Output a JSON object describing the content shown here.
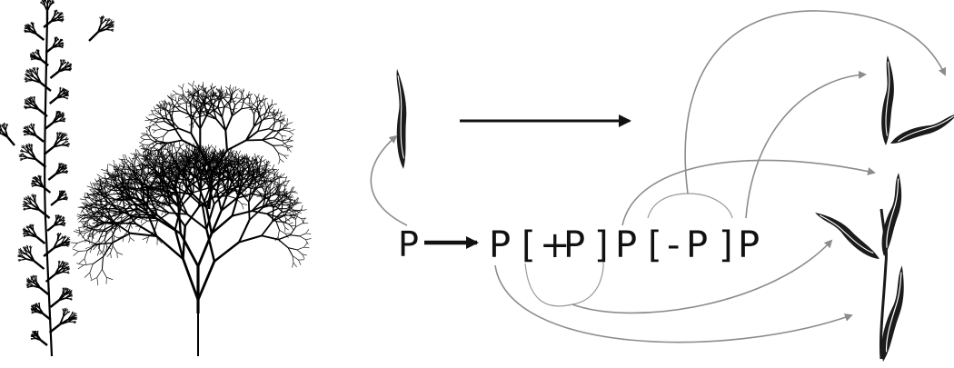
{
  "axiom": "P",
  "rule_tokens": [
    "P",
    "[",
    "+",
    "P",
    "]",
    "P",
    "[",
    "-",
    "P",
    "]",
    "P"
  ],
  "colors": {
    "ink": "#111111",
    "arc": "#8c8c8c",
    "leaf": "#1b1b1b"
  }
}
